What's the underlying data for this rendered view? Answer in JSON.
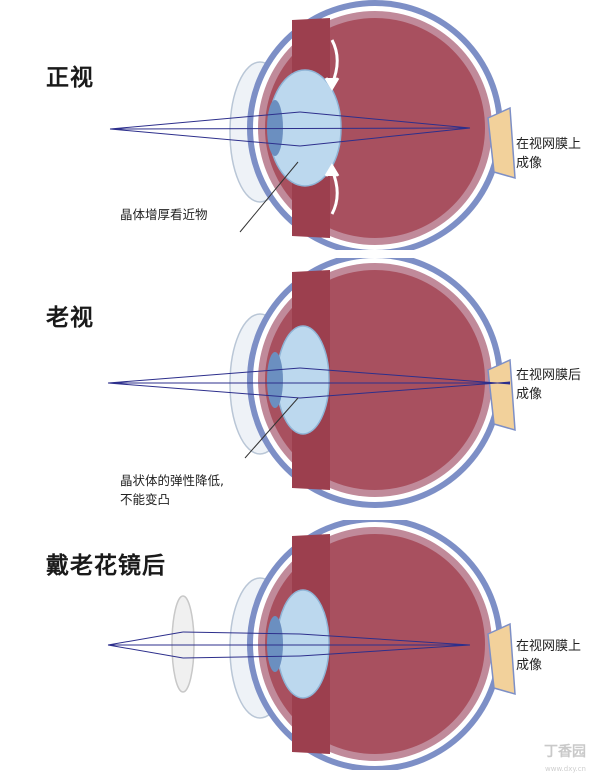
{
  "panels": [
    {
      "title": "正视",
      "label_lines": [
        "在视网膜上",
        "成像"
      ],
      "note_lines": [
        "晶体增厚看近物"
      ]
    },
    {
      "title": "老视",
      "label_lines": [
        "在视网膜后",
        "成像"
      ],
      "note_lines": [
        "晶状体的弹性降低,",
        "不能变凸"
      ]
    },
    {
      "title": "戴老花镜后",
      "label_lines": [
        "在视网膜上",
        "成像"
      ],
      "note_lines": []
    }
  ],
  "watermark": {
    "text": "丁香园",
    "sub": "www.dxy.cn"
  },
  "colors": {
    "outer_sclera": "#7d8fc6",
    "sclera_white": "#ffffff",
    "choroid": "#c08a9a",
    "vitreous": "#a8505f",
    "ciliary": "#9c3f4e",
    "lens": "#bcd8ee",
    "cornea": "#e6edf4",
    "optic_nerve": "#f2d19b",
    "rays": "#2d2f8c"
  },
  "icons": [
    "eye-diagram",
    "accommodation-arrow-icon",
    "convex-lens-icon"
  ]
}
